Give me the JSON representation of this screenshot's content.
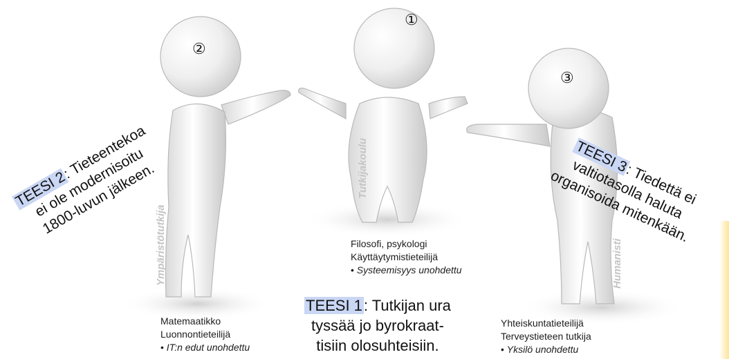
{
  "figures": {
    "f1": {
      "number": "①",
      "vertical_label": "Tutkijakoulu",
      "lines": [
        "Filosofi, psykologi",
        "Käyttäytymistieteilijä"
      ],
      "bullet": "Systeemisyys unohdettu"
    },
    "f2": {
      "number": "②",
      "vertical_label": "Ympäristötutkija",
      "lines": [
        "Matemaatikko",
        "Luonnontieteilijä"
      ],
      "bullet": "IT:n edut unohdettu"
    },
    "f3": {
      "number": "③",
      "vertical_label": "Humanisti",
      "lines": [
        "Yhteiskuntatieteilijä",
        "Terveystieteen tutkija"
      ],
      "bullet": "Yksilö unohdettu"
    }
  },
  "theses": {
    "t1": {
      "tag": "TEESI 1",
      "text": ": Tutkijan ura",
      "line2": "tyssää jo byrokraat-",
      "line3": "tisiin olosuhteisiin."
    },
    "t2": {
      "tag": "TEESI 2",
      "text": ": Tieteentekoa",
      "line2": "ei ole modernisoitu",
      "line3": "1800-luvun jälkeen."
    },
    "t3": {
      "tag": "TEESI 3",
      "text": ": Tiedettä ei",
      "line2": "valtiotasolla haluta",
      "line3": "organisoida mitenkään."
    }
  },
  "bullet_symbol": "•",
  "colors": {
    "highlight": "#c9d6f4",
    "figure": "#ececec",
    "vertical_label": "#c4c4c4"
  }
}
